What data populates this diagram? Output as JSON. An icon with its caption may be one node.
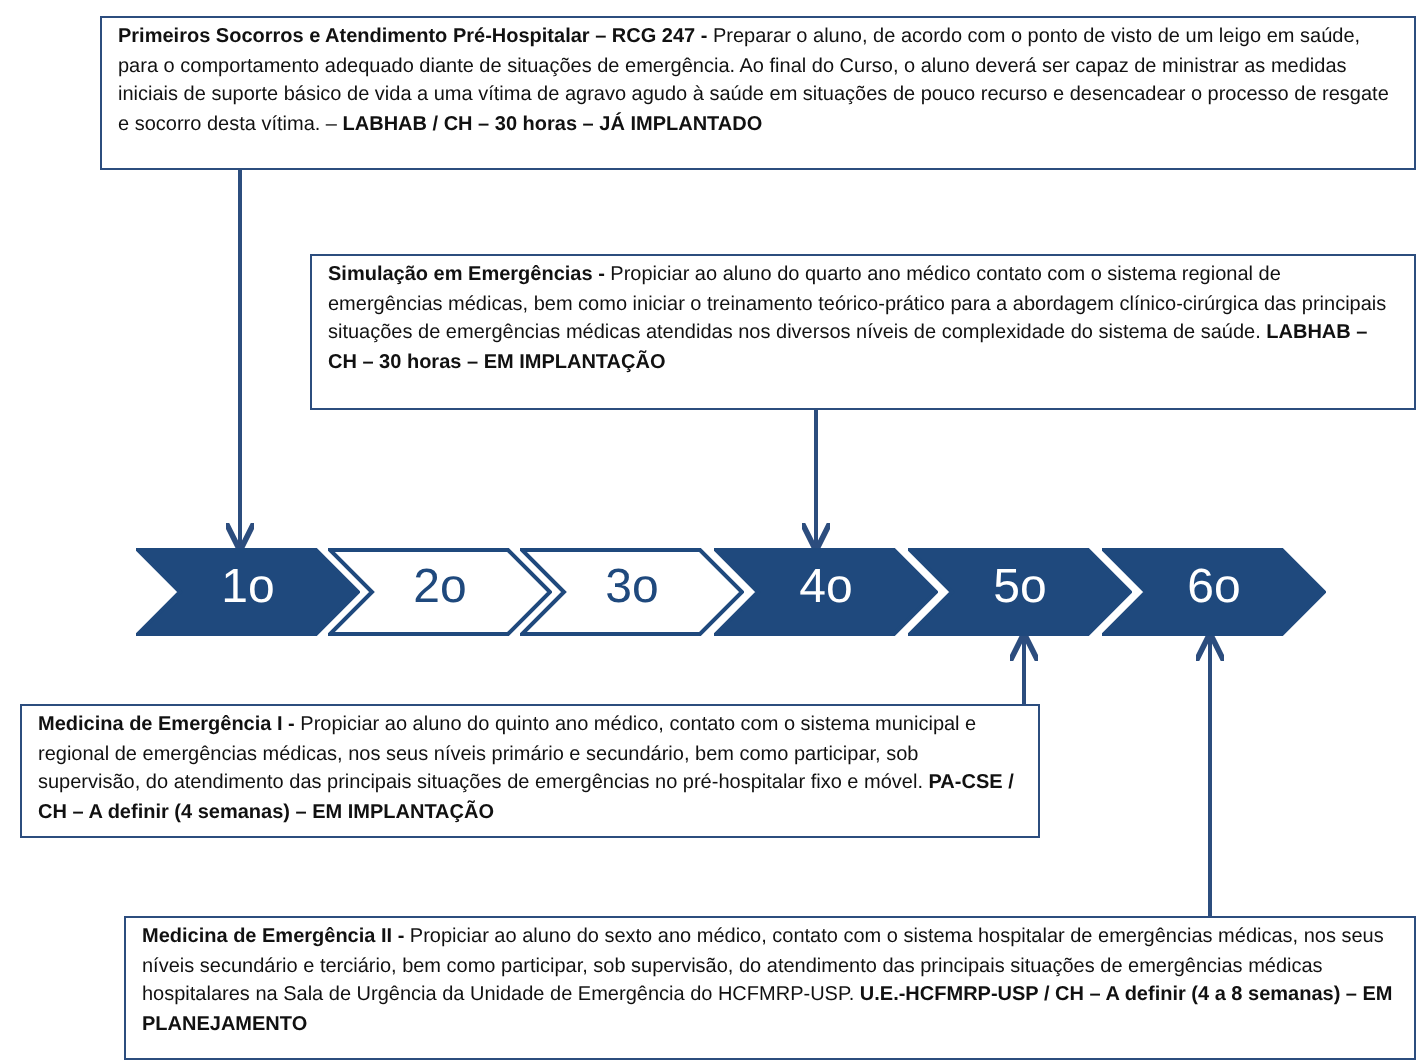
{
  "diagram": {
    "nodes": [
      {
        "text": [
          "**Primeiros Socorros e Atendimento Pré-Hospitalar – RCG 247 -** Preparar o aluno, de acordo com o ponto de visto de um leigo em saúde, para o comportamento adequado diante de situações de emergência. Ao final do Curso, o aluno deverá ser capaz de ministrar as medidas iniciais de suporte básico de vida a uma vítima de agravo agudo à saúde em situações de pouco recurso e desencadear o processo de resgate e socorro desta vítima. – **LABHAB / CH – 30 horas – JÁ IMPLANTADO**"
        ]
      },
      {
        "text": [
          "**Simulação em Emergências -** Propiciar ao aluno do quarto ano médico contato com o sistema regional de emergências médicas, bem como iniciar o treinamento teórico-prático para a abordagem clínico-cirúrgica das principais situações de emergências médicas atendidas nos diversos níveis de complexidade do sistema de saúde. **LABHAB – CH – 30 horas – EM IMPLANTAÇÃO**"
        ]
      },
      {
        "text": [
          "1o"
        ]
      },
      {
        "text": [
          "2o"
        ]
      },
      {
        "text": [
          "3o"
        ]
      },
      {
        "text": [
          "4o"
        ]
      },
      {
        "text": [
          "5o"
        ]
      },
      {
        "text": [
          "6o"
        ]
      },
      {
        "text": [
          "**Medicina de Emergência I -** Propiciar ao aluno do quinto ano médico, contato com o sistema municipal e regional de emergências médicas, nos seus níveis primário e secundário, bem como participar, sob supervisão, do atendimento das principais situações de emergências no pré-hospitalar fixo e móvel. **PA-CSE / CH – A definir (4 semanas) – EM IMPLANTAÇÃO**"
        ]
      },
      {
        "text": [
          "**Medicina de Emergência II -** Propiciar ao aluno do sexto ano médico, contato com o sistema hospitalar de emergências médicas, nos seus níveis secundário e terciário, bem como participar, sob supervisão, do atendimento das principais situações de emergências médicas hospitalares na Sala de Urgência da Unidade de Emergência do HCFMRP-USP. **U.E.-HCFMRP-USP / CH – A definir (4 a 8 semanas) – EM PLANEJAMENTO**"
        ]
      }
    ],
    "edges": [
      {
        "from": 0,
        "to": 2,
        "arrow": "to"
      },
      {
        "from": 1,
        "to": 5,
        "arrow": "to"
      },
      {
        "from": 8,
        "to": 6,
        "arrow": "to"
      },
      {
        "from": 9,
        "to": 7,
        "arrow": "to"
      }
    ]
  }
}
